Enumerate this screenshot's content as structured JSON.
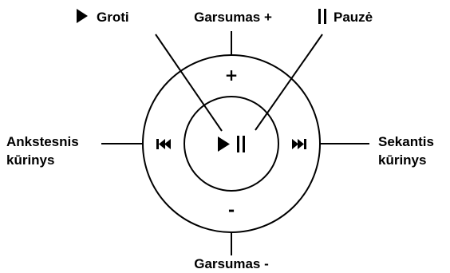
{
  "labels": {
    "play": "Groti",
    "volume_up": "Garsumas +",
    "pause": "Pauzė",
    "previous_line1": "Ankstesnis",
    "previous_line2": "kūrinys",
    "next_line1": "Sekantis",
    "next_line2": "kūrinys",
    "volume_down": "Garsumas -"
  },
  "wheel": {
    "plus": "+",
    "minus": "-"
  },
  "icons": {
    "play": "play-triangle",
    "pause": "pause-bars",
    "previous": "previous-track",
    "next": "next-track"
  }
}
